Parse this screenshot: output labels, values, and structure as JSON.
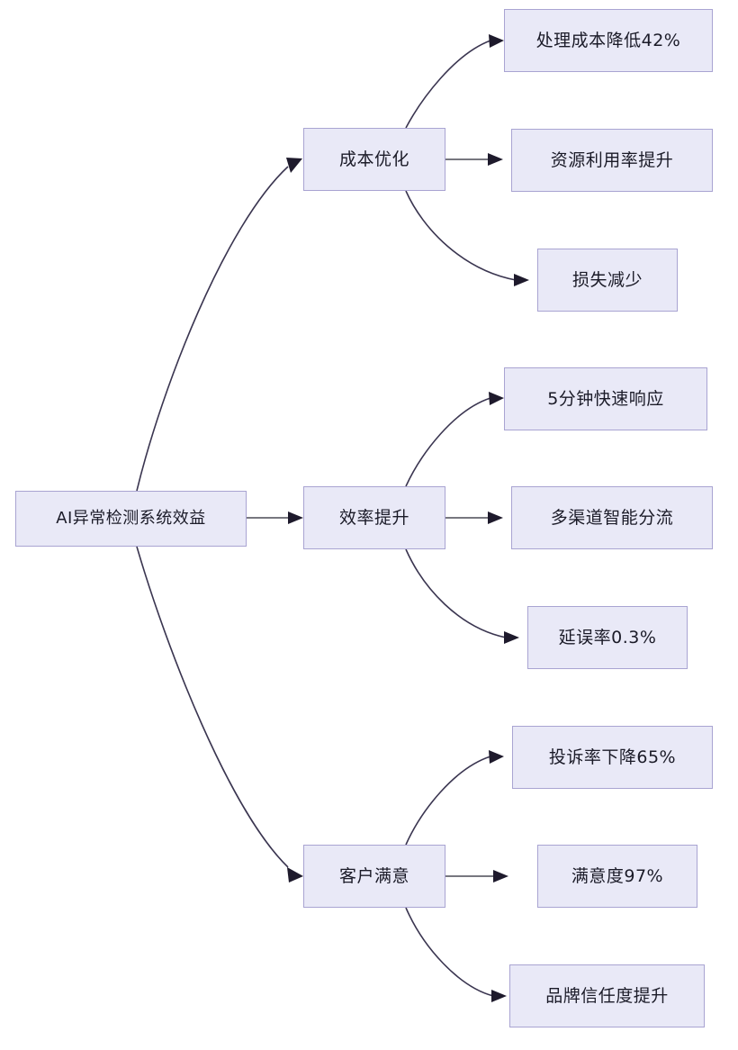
{
  "diagram": {
    "title": "AI异常检测系统效益",
    "type": "mind-map-tree",
    "orientation": "left-to-right",
    "colors": {
      "node_fill": "#e9e9f7",
      "node_border": "#a9a4d2",
      "connector": "#3a3550",
      "arrow": "#1e1a2c",
      "text": "#1b1b28",
      "background": "#ffffff"
    },
    "root": {
      "label": "AI异常检测系统效益"
    },
    "branches": [
      {
        "id": "cost",
        "label": "成本优化",
        "leaves": [
          {
            "id": "cost-1",
            "label": "处理成本降低42%"
          },
          {
            "id": "cost-2",
            "label": "资源利用率提升"
          },
          {
            "id": "cost-3",
            "label": "损失减少"
          }
        ]
      },
      {
        "id": "efficiency",
        "label": "效率提升",
        "leaves": [
          {
            "id": "eff-1",
            "label": "5分钟快速响应"
          },
          {
            "id": "eff-2",
            "label": "多渠道智能分流"
          },
          {
            "id": "eff-3",
            "label": "延误率0.3%"
          }
        ]
      },
      {
        "id": "satisfaction",
        "label": "客户满意",
        "leaves": [
          {
            "id": "sat-1",
            "label": "投诉率下降65%"
          },
          {
            "id": "sat-2",
            "label": "满意度97%"
          },
          {
            "id": "sat-3",
            "label": "品牌信任度提升"
          }
        ]
      }
    ]
  }
}
